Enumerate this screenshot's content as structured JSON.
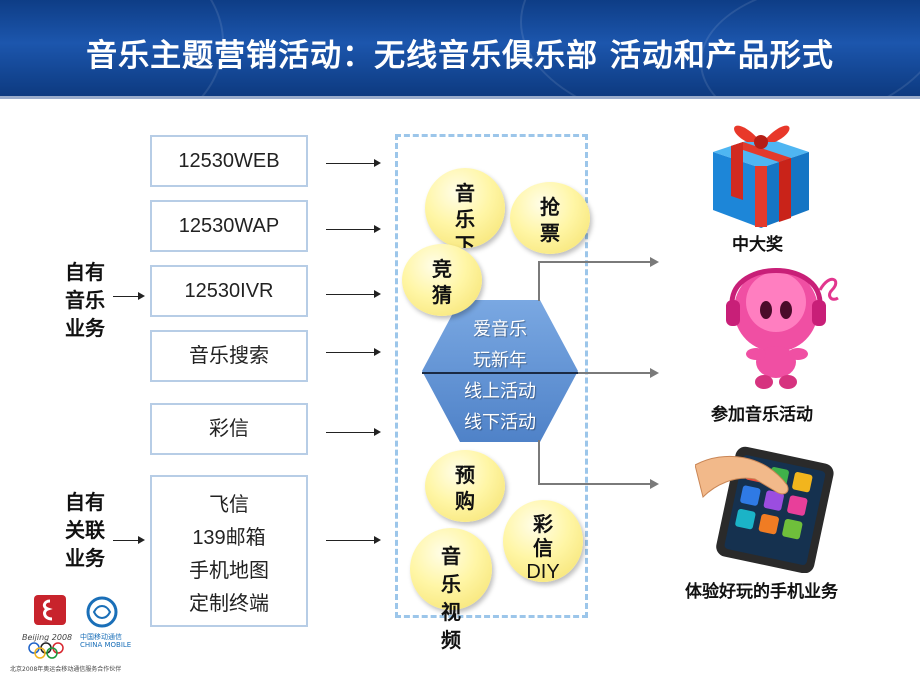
{
  "header": {
    "title": "音乐主题营销活动：无线音乐俱乐部 活动和产品形式"
  },
  "left": {
    "boxes": [
      "12530WEB",
      "12530WAP",
      "12530IVR",
      "音乐搜索",
      "彩信"
    ],
    "multi_box": [
      "飞信",
      "139邮箱",
      "手机地图",
      "定制终端"
    ],
    "label_own": [
      "自有",
      "音乐",
      "业务"
    ],
    "label_related": [
      "自有",
      "关联",
      "业务"
    ]
  },
  "bubbles": {
    "music_download": [
      "音",
      "乐",
      "下"
    ],
    "tickets": [
      "抢",
      "票"
    ],
    "quiz": [
      "竞",
      "猜"
    ],
    "preorder": [
      "预",
      "购"
    ],
    "mms_diy": [
      "彩",
      "信",
      "DIY"
    ],
    "music_video": [
      "音",
      "乐",
      "视",
      "频"
    ]
  },
  "hexagon": {
    "lines": [
      "爱音乐",
      "玩新年",
      "线上活动",
      "线下活动"
    ]
  },
  "outcomes": {
    "grand_prize": "中大奖",
    "join_activity": "参加音乐活动",
    "experience": "体验好玩的手机业务"
  },
  "logos": {
    "olympic": "Beijing 2008",
    "cmcc_cn": "中国移动通信",
    "cmcc_en": "CHINA MOBILE",
    "footer": "北京2008年奥运会移动通信服务合作伙伴"
  },
  "colors": {
    "header": "#1c56ad",
    "panel_border": "#9cc6ea",
    "hexagon": "#5b8fd4",
    "bubble": "#fff6a6",
    "box_border": "#b7cde6"
  }
}
